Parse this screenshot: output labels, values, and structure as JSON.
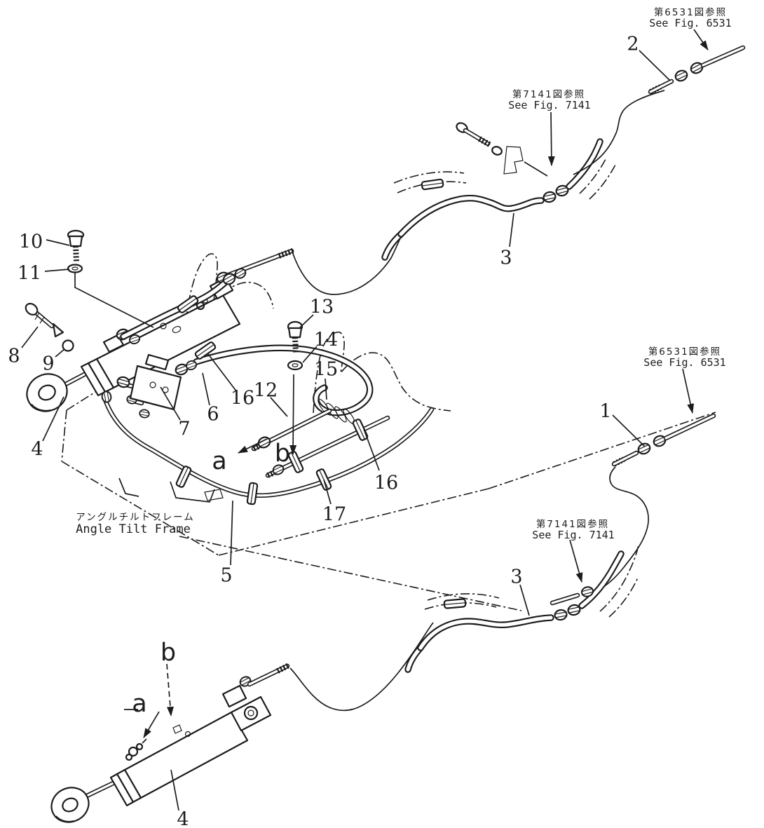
{
  "page": {
    "background": "#ffffff",
    "ink": "#1c1c1c"
  },
  "frame_label": {
    "jp": "アングルチルトフレーム",
    "en": "Angle Tilt Frame"
  },
  "references": {
    "top_right": {
      "jp": "第6531図参照",
      "en": "See Fig. 6531"
    },
    "upper_mid": {
      "jp": "第7141図参照",
      "en": "See Fig. 7141"
    },
    "mid_right": {
      "jp": "第6531図参照",
      "en": "See Fig. 6531"
    },
    "lower_mid": {
      "jp": "第7141図参照",
      "en": "See Fig. 7141"
    }
  },
  "callouts": {
    "c2": "2",
    "c3_top": "3",
    "c10": "10",
    "c11": "11",
    "c8": "8",
    "c9": "9",
    "c4_top": "4",
    "c13": "13",
    "c14": "14",
    "c15": "15",
    "c12": "12",
    "c16_left": "16",
    "c6": "6",
    "c7": "7",
    "c16_right": "16",
    "c17": "17",
    "c5": "5",
    "c1": "1",
    "c3_bottom": "3",
    "c4_bottom": "4"
  },
  "view_labels": {
    "a_top": "a",
    "b_top": "b",
    "a_bottom": "a",
    "b_bottom": "b"
  }
}
